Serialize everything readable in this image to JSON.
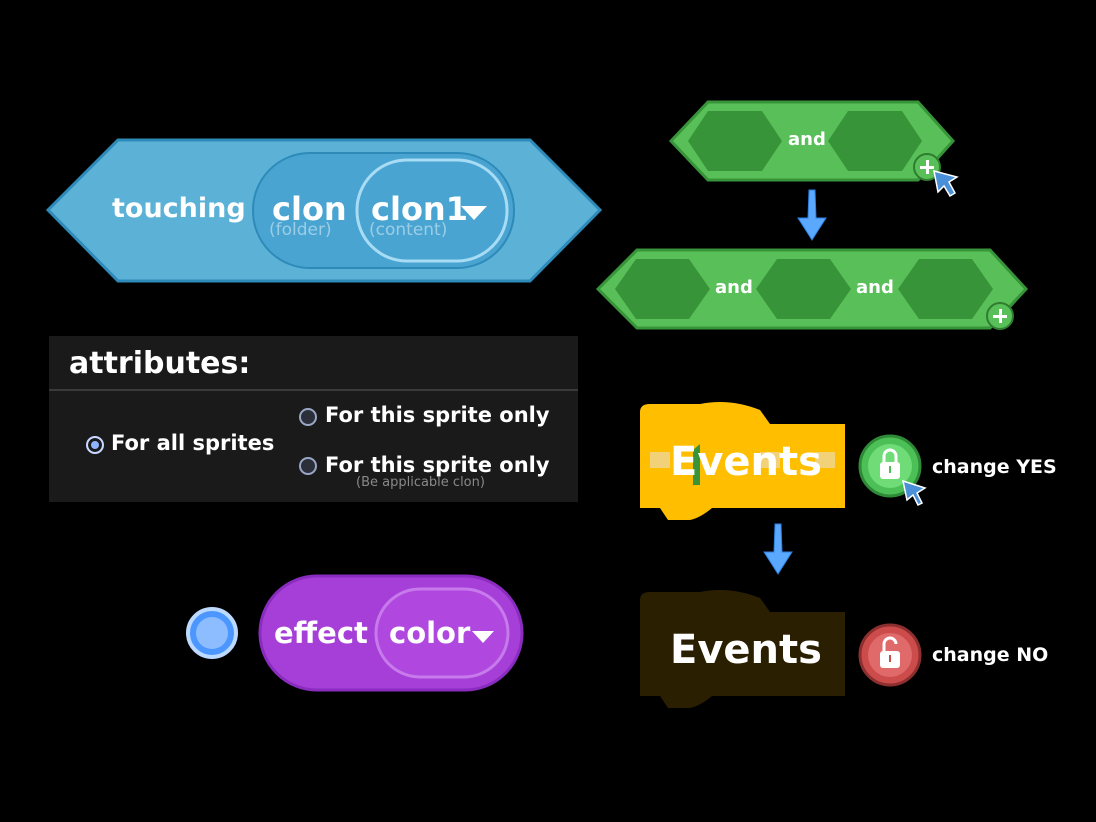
{
  "touching_block": {
    "label": "touching",
    "dropdown_outer": {
      "value": "clon",
      "caption": "(folder)"
    },
    "dropdown_inner": {
      "value": "clon1",
      "caption": "(content)"
    },
    "color": "#5cb1d6"
  },
  "and_block_before": {
    "labels": [
      "and"
    ],
    "color": "#59c059"
  },
  "and_block_after": {
    "labels": [
      "and",
      "and"
    ],
    "color": "#59c059"
  },
  "attributes_panel": {
    "title": "attributes:",
    "options": [
      {
        "label": "For all sprites",
        "selected": true
      },
      {
        "label": "For this sprite only",
        "selected": false
      },
      {
        "label": "For this sprite only",
        "selected": false,
        "note": "(Be applicable clon)"
      }
    ]
  },
  "effect_block": {
    "label": "effect",
    "dropdown": {
      "value": "color"
    },
    "color": "#a63fd7"
  },
  "events_before": {
    "label": "Events",
    "toggle": {
      "state": "locked",
      "label": "change YES",
      "color": "#4cbf56"
    }
  },
  "events_after": {
    "label": "Events",
    "toggle": {
      "state": "unlocked",
      "label": "change NO",
      "color": "#cc4c4c"
    }
  },
  "arrow_color": "#4c97ff"
}
